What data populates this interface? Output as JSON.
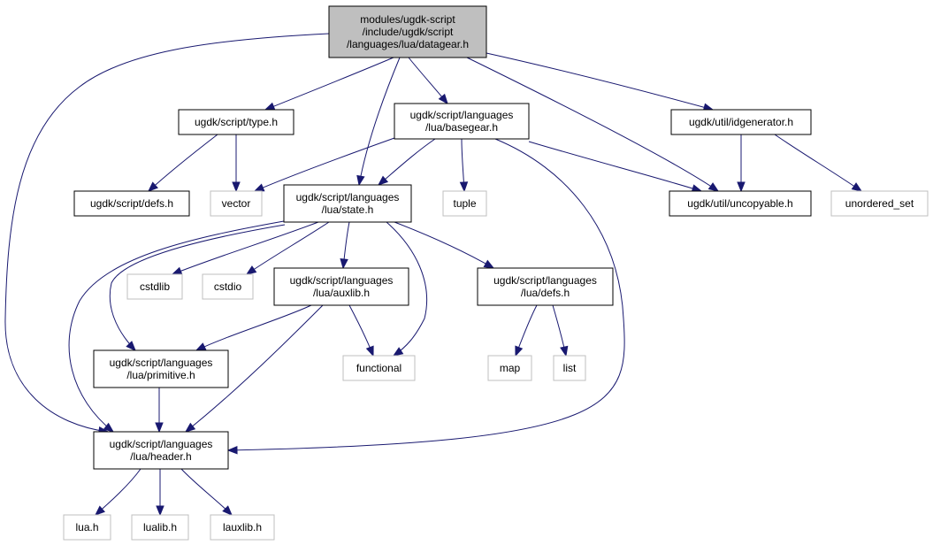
{
  "graph": {
    "nodes": {
      "datagear": {
        "lines": [
          "modules/ugdk-script",
          "/include/ugdk/script",
          "/languages/lua/datagear.h"
        ],
        "style": "root"
      },
      "type": {
        "lines": [
          "ugdk/script/type.h"
        ],
        "style": "file"
      },
      "basegear": {
        "lines": [
          "ugdk/script/languages",
          "/lua/basegear.h"
        ],
        "style": "file"
      },
      "idgenerator": {
        "lines": [
          "ugdk/util/idgenerator.h"
        ],
        "style": "file"
      },
      "script_defs": {
        "lines": [
          "ugdk/script/defs.h"
        ],
        "style": "file"
      },
      "vector": {
        "lines": [
          "vector"
        ],
        "style": "external"
      },
      "state": {
        "lines": [
          "ugdk/script/languages",
          "/lua/state.h"
        ],
        "style": "file"
      },
      "tuple": {
        "lines": [
          "tuple"
        ],
        "style": "external"
      },
      "uncopyable": {
        "lines": [
          "ugdk/util/uncopyable.h"
        ],
        "style": "file"
      },
      "unordered_set": {
        "lines": [
          "unordered_set"
        ],
        "style": "external"
      },
      "cstdlib": {
        "lines": [
          "cstdlib"
        ],
        "style": "external"
      },
      "cstdio": {
        "lines": [
          "cstdio"
        ],
        "style": "external"
      },
      "auxlib": {
        "lines": [
          "ugdk/script/languages",
          "/lua/auxlib.h"
        ],
        "style": "file"
      },
      "lua_defs": {
        "lines": [
          "ugdk/script/languages",
          "/lua/defs.h"
        ],
        "style": "file"
      },
      "primitive": {
        "lines": [
          "ugdk/script/languages",
          "/lua/primitive.h"
        ],
        "style": "file"
      },
      "functional": {
        "lines": [
          "functional"
        ],
        "style": "external"
      },
      "map": {
        "lines": [
          "map"
        ],
        "style": "external"
      },
      "list": {
        "lines": [
          "list"
        ],
        "style": "external"
      },
      "header": {
        "lines": [
          "ugdk/script/languages",
          "/lua/header.h"
        ],
        "style": "file"
      },
      "lua_h": {
        "lines": [
          "lua.h"
        ],
        "style": "external"
      },
      "lualib_h": {
        "lines": [
          "lualib.h"
        ],
        "style": "external"
      },
      "lauxlib_h": {
        "lines": [
          "lauxlib.h"
        ],
        "style": "external"
      }
    },
    "edges": [
      [
        "datagear",
        "type"
      ],
      [
        "datagear",
        "basegear"
      ],
      [
        "datagear",
        "idgenerator"
      ],
      [
        "datagear",
        "state"
      ],
      [
        "datagear",
        "uncopyable"
      ],
      [
        "datagear",
        "header"
      ],
      [
        "type",
        "script_defs"
      ],
      [
        "type",
        "vector"
      ],
      [
        "basegear",
        "vector"
      ],
      [
        "basegear",
        "state"
      ],
      [
        "basegear",
        "tuple"
      ],
      [
        "basegear",
        "uncopyable"
      ],
      [
        "basegear",
        "header"
      ],
      [
        "idgenerator",
        "uncopyable"
      ],
      [
        "idgenerator",
        "unordered_set"
      ],
      [
        "state",
        "cstdlib"
      ],
      [
        "state",
        "cstdio"
      ],
      [
        "state",
        "auxlib"
      ],
      [
        "state",
        "lua_defs"
      ],
      [
        "state",
        "primitive"
      ],
      [
        "state",
        "functional"
      ],
      [
        "state",
        "header"
      ],
      [
        "auxlib",
        "primitive"
      ],
      [
        "auxlib",
        "functional"
      ],
      [
        "auxlib",
        "header"
      ],
      [
        "lua_defs",
        "map"
      ],
      [
        "lua_defs",
        "list"
      ],
      [
        "primitive",
        "header"
      ],
      [
        "header",
        "lua_h"
      ],
      [
        "header",
        "lualib_h"
      ],
      [
        "header",
        "lauxlib_h"
      ]
    ],
    "colors": {
      "edge": "#191970",
      "root_fill": "#bfbfbf",
      "file_border": "#000000",
      "external_border": "#bfbfbf"
    }
  }
}
